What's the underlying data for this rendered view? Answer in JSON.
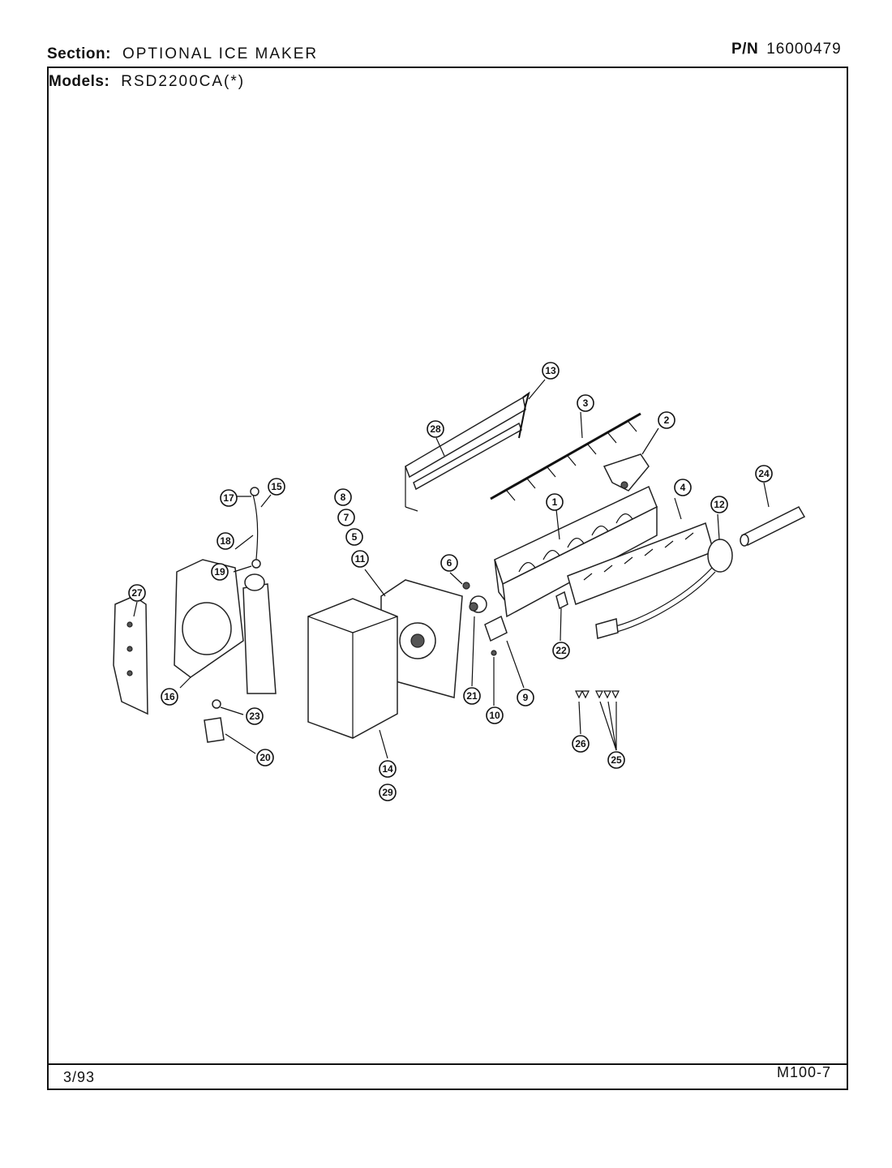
{
  "header": {
    "section_label": "Section:",
    "section_value": "OPTIONAL ICE MAKER",
    "pn_label": "P/N",
    "pn_value": "16000479",
    "models_label": "Models:",
    "models_value": "RSD2200CA(*)"
  },
  "footer": {
    "date": "3/93",
    "page_code": "M100-7"
  },
  "callouts": [
    {
      "id": "c1",
      "label": "1"
    },
    {
      "id": "c2",
      "label": "2"
    },
    {
      "id": "c3",
      "label": "3"
    },
    {
      "id": "c4",
      "label": "4"
    },
    {
      "id": "c5",
      "label": "5"
    },
    {
      "id": "c6",
      "label": "6"
    },
    {
      "id": "c7",
      "label": "7"
    },
    {
      "id": "c8",
      "label": "8"
    },
    {
      "id": "c9",
      "label": "9"
    },
    {
      "id": "c10",
      "label": "10"
    },
    {
      "id": "c11",
      "label": "11"
    },
    {
      "id": "c12",
      "label": "12"
    },
    {
      "id": "c13",
      "label": "13"
    },
    {
      "id": "c14",
      "label": "14"
    },
    {
      "id": "c15",
      "label": "15"
    },
    {
      "id": "c16",
      "label": "16"
    },
    {
      "id": "c17",
      "label": "17"
    },
    {
      "id": "c18",
      "label": "18"
    },
    {
      "id": "c19",
      "label": "19"
    },
    {
      "id": "c20",
      "label": "20"
    },
    {
      "id": "c21",
      "label": "21"
    },
    {
      "id": "c22",
      "label": "22"
    },
    {
      "id": "c23",
      "label": "23"
    },
    {
      "id": "c24",
      "label": "24"
    },
    {
      "id": "c25",
      "label": "25"
    },
    {
      "id": "c26",
      "label": "26"
    },
    {
      "id": "c27",
      "label": "27"
    },
    {
      "id": "c28",
      "label": "28"
    },
    {
      "id": "c29",
      "label": "29"
    }
  ]
}
